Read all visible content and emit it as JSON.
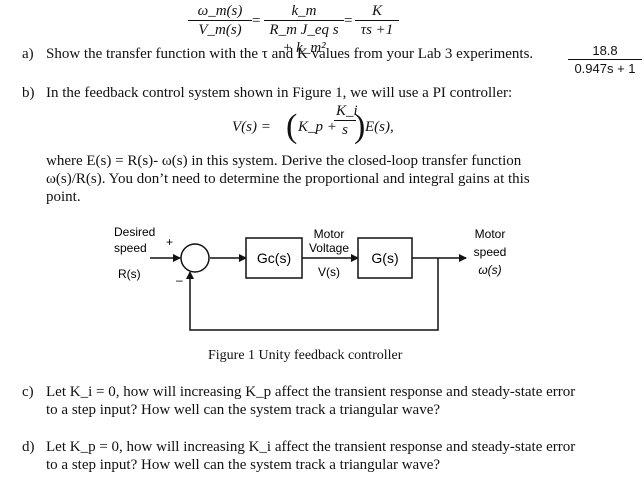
{
  "eq1": {
    "lhs_num": "ω_m(s)",
    "lhs_den": "V_m(s)",
    "mid_num": "k_m",
    "mid_den": "R_m J_eq s + k_m²",
    "rhs_num": "K",
    "rhs_den": "τs +1",
    "equals": "="
  },
  "part_a": {
    "label": "a)",
    "text": "Show the transfer function with the τ and K values from your Lab 3 experiments.",
    "answer_num": "18.8",
    "answer_den": "0.947s + 1"
  },
  "part_b": {
    "label": "b)",
    "text": "In the feedback control system shown in Figure 1, we will use a PI controller:",
    "eq_lhs": "V(s) =",
    "eq_kp": "K_p +",
    "eq_ki": "K_i",
    "eq_s": "s",
    "eq_rhs": "E(s),",
    "para_line1": "where E(s) = R(s)- ω(s) in this system. Derive the closed-loop transfer function",
    "para_line2": "ω(s)/R(s). You don’t need to determine the proportional and integral gains at this",
    "para_line3": "point."
  },
  "diagram": {
    "desired_line1": "Desired",
    "desired_line2": "speed",
    "r_label": "R(s)",
    "plus": "+",
    "minus": "–",
    "gc_label": "Gc(s)",
    "motor_line1": "Motor",
    "motor_line2": "Voltage",
    "v_label": "V(s)",
    "g_label": "G(s)",
    "out_line1": "Motor",
    "out_line2": "speed",
    "out_line3": "ω(s)"
  },
  "figure_caption": "Figure 1 Unity feedback controller",
  "part_c": {
    "label": "c)",
    "line1": "Let K_i = 0, how will increasing K_p affect the transient response and steady-state error",
    "line2": "to a step input? How well can the system track a triangular wave?"
  },
  "part_d": {
    "label": "d)",
    "line1": "Let K_p = 0, how will increasing K_i affect the transient response and steady-state error",
    "line2": "to a step input? How well can the system track a triangular wave?"
  }
}
